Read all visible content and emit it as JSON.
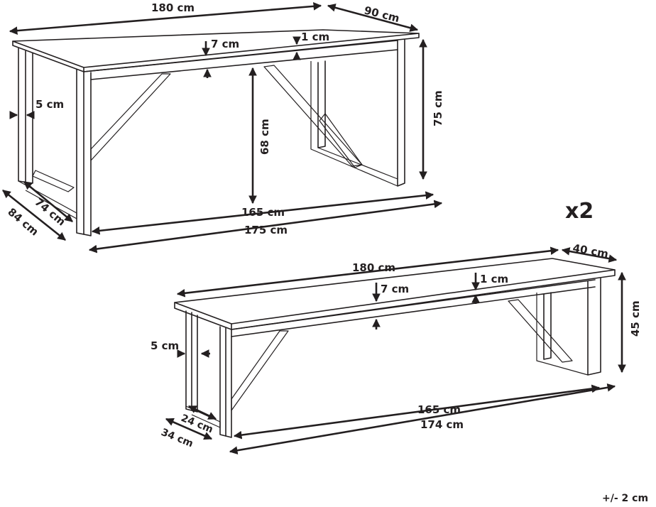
{
  "table": {
    "length_top": "180 cm",
    "depth_top": "90 cm",
    "height": "75 cm",
    "apron_height": "7 cm",
    "top_thickness": "1 cm",
    "leg_width": "5 cm",
    "clearance_height": "68 cm",
    "inner_length": "165 cm",
    "outer_length": "175 cm",
    "inner_depth": "74 cm",
    "outer_depth": "84 cm"
  },
  "bench": {
    "quantity": "x2",
    "length_top": "180 cm",
    "depth_top": "40 cm",
    "height": "45 cm",
    "apron_height": "7 cm",
    "top_thickness": "1 cm",
    "leg_width": "5 cm",
    "inner_length": "165 cm",
    "outer_length": "174 cm",
    "inner_depth": "24 cm",
    "outer_depth": "34 cm"
  },
  "tolerance": "+/- 2 cm",
  "colors": {
    "line": "#231f20",
    "background": "#ffffff"
  }
}
